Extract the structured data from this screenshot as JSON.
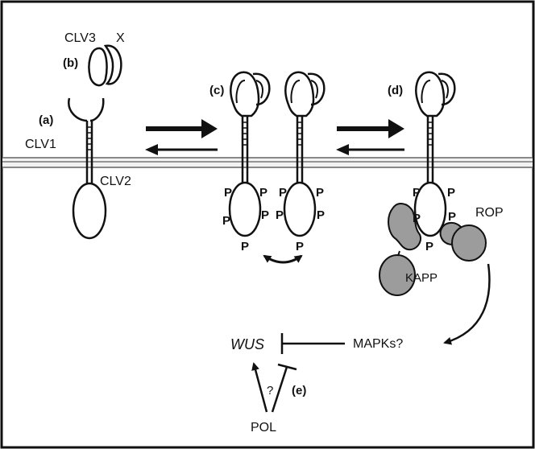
{
  "labels": {
    "panel_b": "(b)",
    "panel_a": "(a)",
    "panel_c": "(c)",
    "panel_d": "(d)",
    "panel_e": "(e)",
    "clv3": "CLV3",
    "x": "X",
    "clv1": "CLV1",
    "clv2": "CLV2",
    "phospho": "P",
    "rop": "ROP",
    "kapp": "KAPP",
    "mapks": "MAPKs?",
    "wus": "WUS",
    "question": "?",
    "pol": "POL"
  },
  "colors": {
    "ink": "#111111",
    "membrane": "#9a9a9a",
    "protein_fill": "#9c9c9c",
    "background": "#ffffff"
  }
}
